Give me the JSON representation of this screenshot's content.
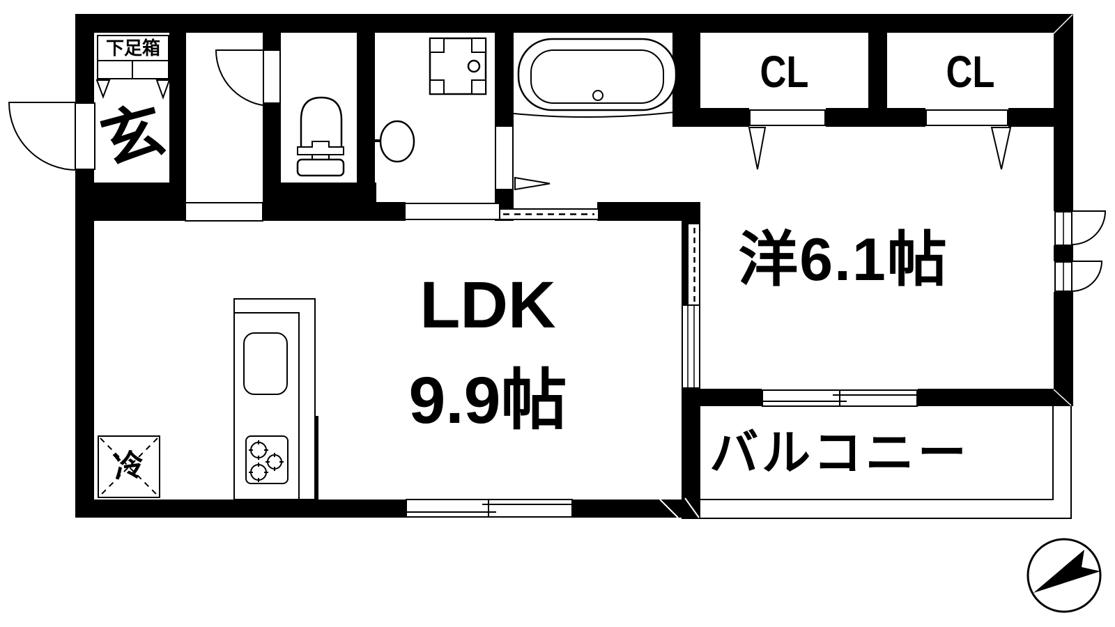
{
  "figure_type": "floor-plan",
  "colors": {
    "line": "#000000",
    "background": "#ffffff"
  },
  "labels": {
    "shoe_box": "下足箱",
    "entrance": "玄",
    "closet_left": "CL",
    "closet_right": "CL",
    "western_room": "洋6.1帖",
    "ldk_line1": "LDK",
    "ldk_line2": "9.9帖",
    "balcony": "バルコニー",
    "refrigerator": "冷"
  },
  "rooms": [
    {
      "name": "entrance",
      "label": "玄"
    },
    {
      "name": "ldk",
      "label": "LDK 9.9帖"
    },
    {
      "name": "western-room",
      "label": "洋6.1帖"
    },
    {
      "name": "closet",
      "label": "CL"
    },
    {
      "name": "closet",
      "label": "CL"
    },
    {
      "name": "balcony",
      "label": "バルコニー"
    }
  ],
  "fixtures": [
    "shoe-box",
    "toilet",
    "washer-pan",
    "wash-basin",
    "bathtub",
    "kitchen-sink",
    "stove",
    "refrigerator-space",
    "north-arrow-compass"
  ]
}
